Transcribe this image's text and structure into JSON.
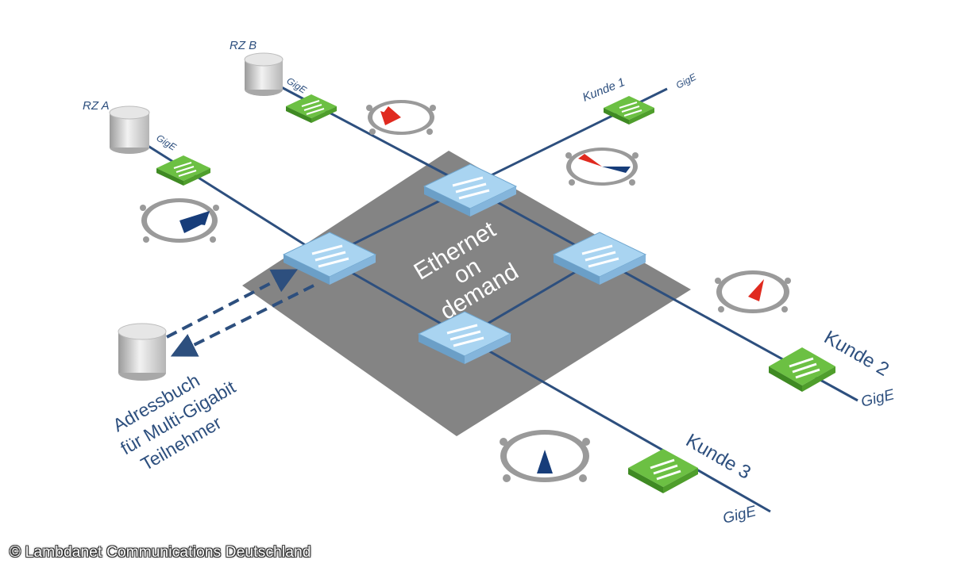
{
  "platform": {
    "line1": "Ethernet",
    "line2": "on",
    "line3": "demand"
  },
  "sites": {
    "rz_a": "RZ A",
    "rz_b": "RZ B",
    "kunde1": "Kunde 1",
    "kunde2": "Kunde 2",
    "kunde3": "Kunde 3"
  },
  "interfaces": {
    "rz_a": "GigE",
    "rz_b": "GigE",
    "kunde1": "GigE",
    "kunde2": "GigE",
    "kunde3": "GigE"
  },
  "directory": {
    "line1": "Adressbuch",
    "line2": "für Multi-Gigabit",
    "line3": "Teilnehmer"
  },
  "copyright": "© Lambdanet Communications Deutschland",
  "colors": {
    "link": "#2d4f7e",
    "platform": "#7d7d7d",
    "switch_blue": "#8fc1e6",
    "edge_green": "#5fb23a",
    "gauge_red": "#e02a1f",
    "gauge_navy": "#173d7a"
  }
}
